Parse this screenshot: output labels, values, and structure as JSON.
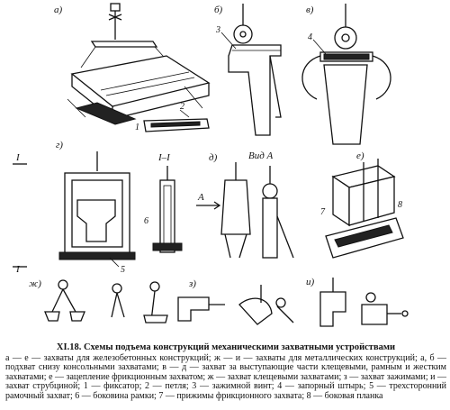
{
  "figure": {
    "panel_labels": [
      "а)",
      "б)",
      "в)",
      "г)",
      "д)",
      "е)",
      "ж)",
      "з)",
      "и)"
    ],
    "section_labels": {
      "section": "I",
      "section_view": "I–I",
      "view_a": "Вид А",
      "arrow_a": "А"
    },
    "callouts": [
      "1",
      "2",
      "3",
      "4",
      "5",
      "6",
      "7",
      "8"
    ]
  },
  "caption": {
    "title": "XI.18. Схемы подъема конструкций механическими захватными устройствами",
    "body": "а — е — захваты для железобетонных конструкций; ж — и — захваты для металлических конструкций; а, б — подхват снизу консольными захватами; в — д — захват за выступающие части клещевыми, рамным и жестким захватами; е — зацепление фрикционным захватом; ж — захват клещевыми захватами; з — захват зажимами; и — захват струбциной; 1 — фиксатор; 2 — петля; 3 — зажимной винт; 4 — запорный штырь; 5 — трехсторонний рамочный захват; 6 — боковина рамки; 7 — прижимы фрикционного захвата; 8 — боковая планка"
  }
}
